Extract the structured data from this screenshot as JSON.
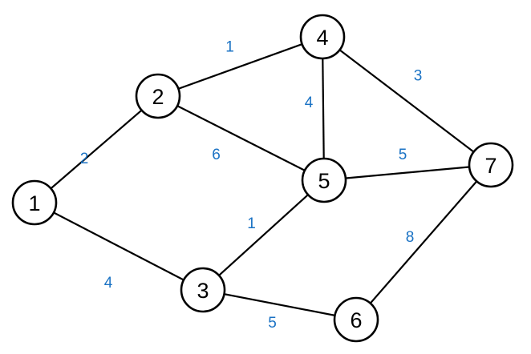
{
  "graph": {
    "weight_color": "#1a72c4",
    "nodes": [
      {
        "id": "1",
        "label": "1"
      },
      {
        "id": "2",
        "label": "2"
      },
      {
        "id": "3",
        "label": "3"
      },
      {
        "id": "4",
        "label": "4"
      },
      {
        "id": "5",
        "label": "5"
      },
      {
        "id": "6",
        "label": "6"
      },
      {
        "id": "7",
        "label": "7"
      }
    ],
    "edges": [
      {
        "from": "1",
        "to": "2",
        "weight": "2"
      },
      {
        "from": "1",
        "to": "3",
        "weight": "4"
      },
      {
        "from": "2",
        "to": "4",
        "weight": "1"
      },
      {
        "from": "2",
        "to": "5",
        "weight": "6"
      },
      {
        "from": "4",
        "to": "5",
        "weight": "4"
      },
      {
        "from": "4",
        "to": "7",
        "weight": "3"
      },
      {
        "from": "5",
        "to": "7",
        "weight": "5"
      },
      {
        "from": "5",
        "to": "3",
        "weight": "1"
      },
      {
        "from": "3",
        "to": "6",
        "weight": "5"
      },
      {
        "from": "7",
        "to": "6",
        "weight": "8"
      }
    ]
  }
}
